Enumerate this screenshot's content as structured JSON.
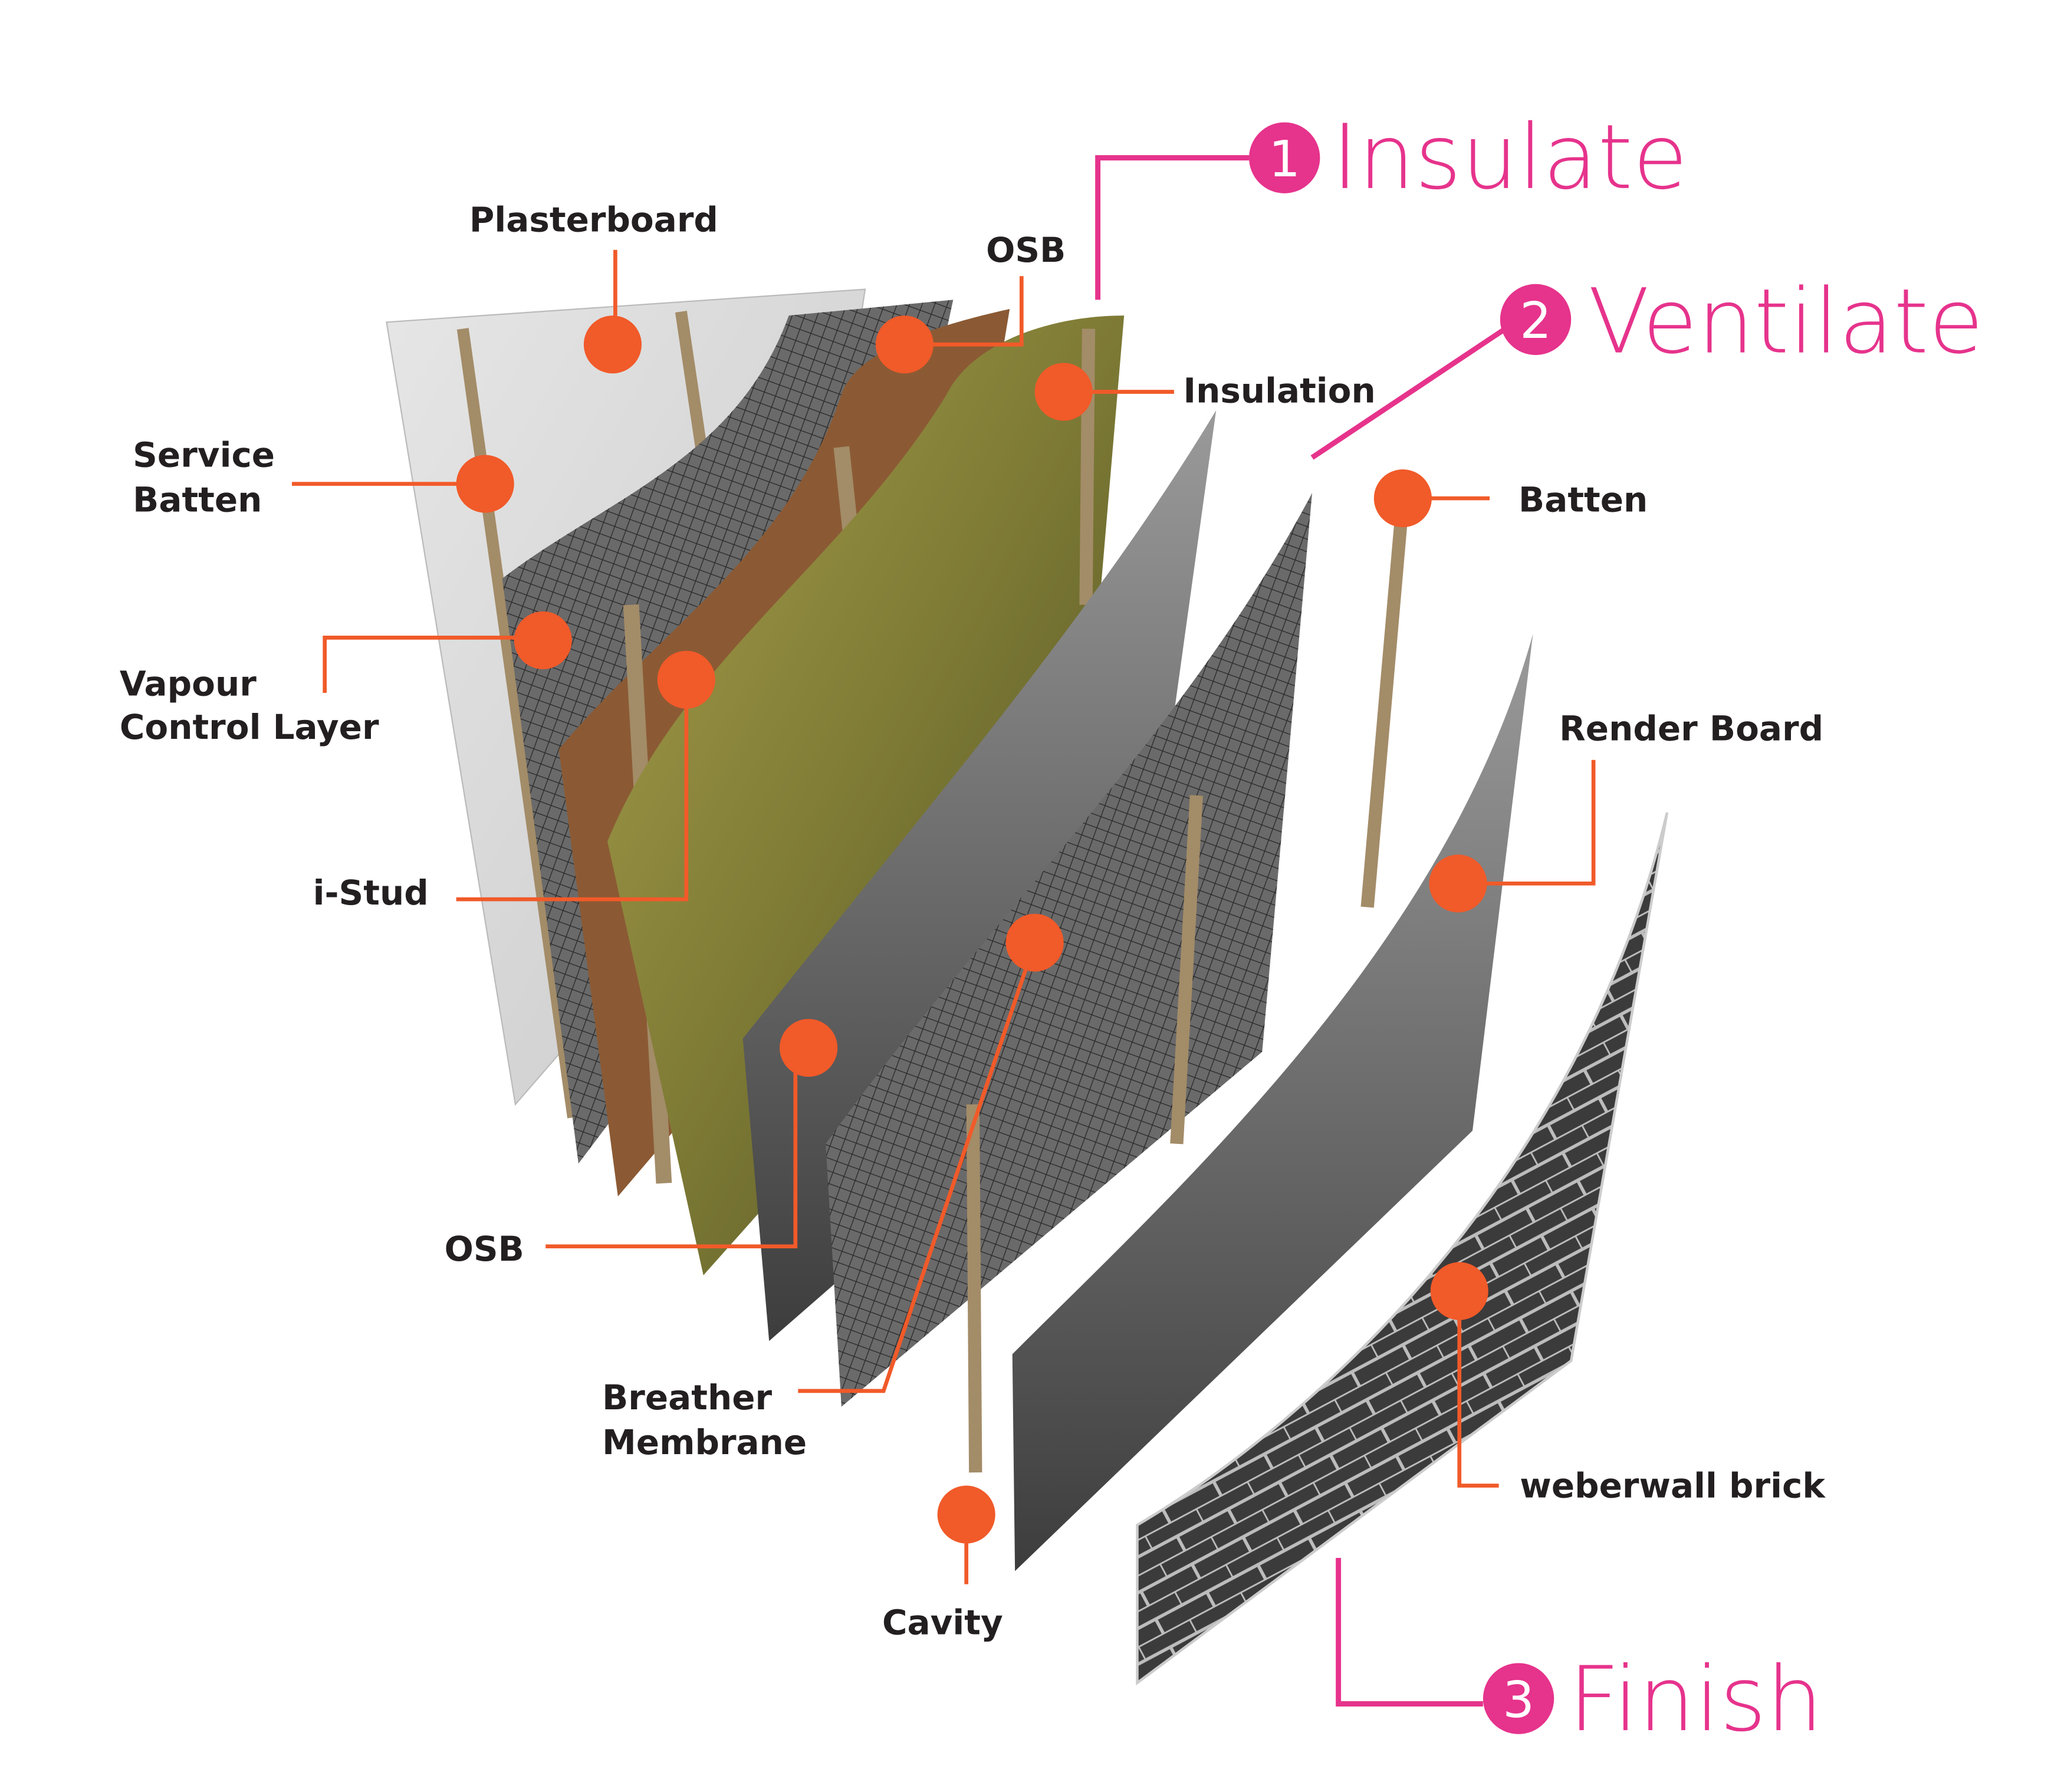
{
  "colors": {
    "callout": "#F15A29",
    "step": "#E6338C",
    "text": "#231F20"
  },
  "steps": [
    {
      "number": "1",
      "label": "Insulate"
    },
    {
      "number": "2",
      "label": "Ventilate"
    },
    {
      "number": "3",
      "label": "Finish"
    }
  ],
  "labels": {
    "plasterboard": "Plasterboard",
    "osb_top": "OSB",
    "insulation": "Insulation",
    "service_batten": [
      "Service",
      "Batten"
    ],
    "vcl": [
      "Vapour",
      "Control Layer"
    ],
    "istud": "i-Stud",
    "osb_bottom": "OSB",
    "breather": [
      "Breather",
      "Membrane"
    ],
    "cavity": "Cavity",
    "batten": "Batten",
    "render_board": "Render Board",
    "brick": "weberwall brick"
  }
}
